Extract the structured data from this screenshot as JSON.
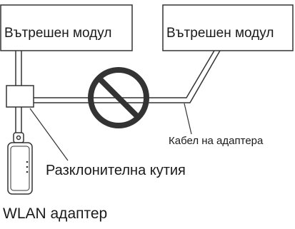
{
  "labels": {
    "indoor_unit_left": "Вътрешен модул",
    "indoor_unit_right": "Вътрешен модул",
    "adapter_cable": "Кабел на адаптера",
    "junction_box": "Разклонителна кутия",
    "wlan_adapter": "WLAN адаптер"
  },
  "icons": {
    "prohibition": "no-sign-icon"
  },
  "colors": {
    "line": "#333333",
    "background": "#ffffff"
  }
}
